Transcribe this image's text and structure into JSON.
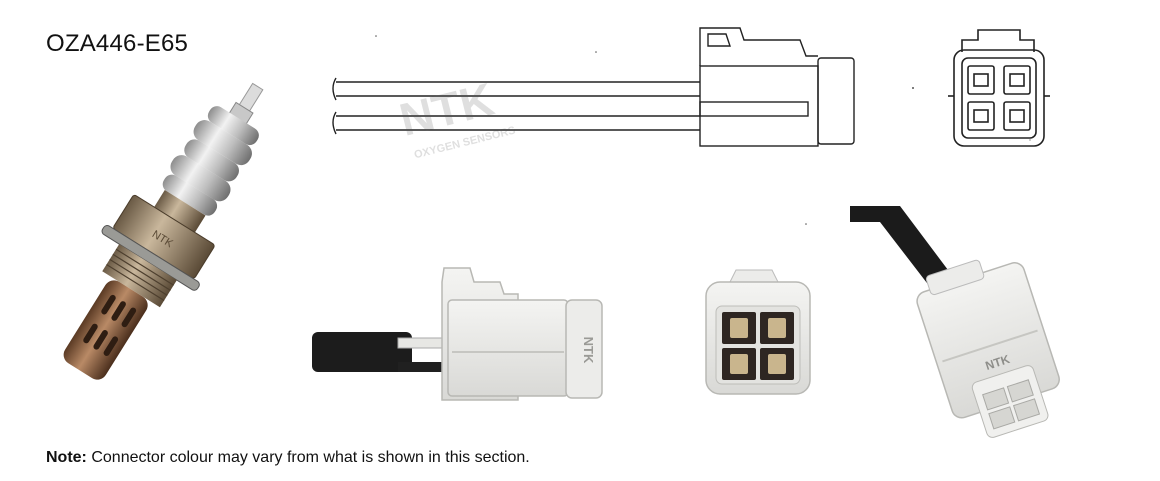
{
  "part_number": "OZA446-E65",
  "note": {
    "label": "Note:",
    "text": " Connector colour may vary from what is shown in this section."
  },
  "branding": {
    "watermark_logo": "NTK",
    "watermark_sub": "OXYGEN SENSORS",
    "sensor_engraving": "NTK",
    "connector_side_mark": "NTK",
    "connector_front_mark": "NTK"
  },
  "icons": [
    "oxygen-sensor-photo",
    "connector-line-drawing-side",
    "connector-line-drawing-front",
    "connector-photo-side",
    "connector-photo-front",
    "connector-photo-angled"
  ]
}
